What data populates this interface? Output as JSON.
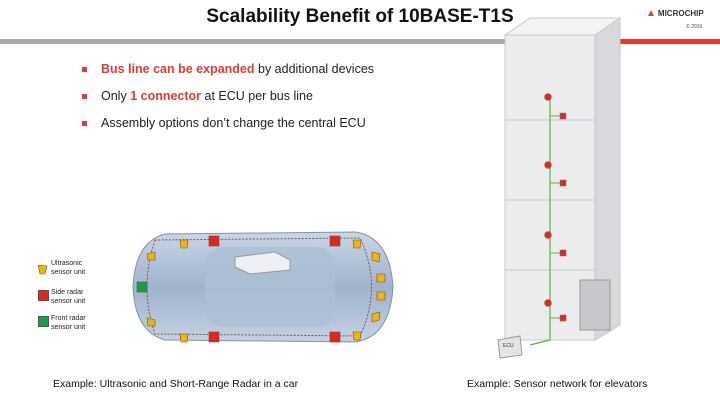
{
  "title": "Scalability Benefit of 10BASE-T1S",
  "logo": {
    "text": "MICROCHIP",
    "copyright": "© 2019"
  },
  "bullets": [
    {
      "highlight": "Bus line can be expanded",
      "rest": " by additional devices"
    },
    {
      "pre": "Only ",
      "highlight": "1 connector",
      "rest": " at ECU per bus line"
    },
    {
      "rest": "Assembly options don’t change the central ECU"
    }
  ],
  "legend": [
    {
      "label1": "Ultrasonic",
      "label2": "sensor unit",
      "color": "#f5b400"
    },
    {
      "label1": "Side radar",
      "label2": "sensor unit",
      "color": "#e3261c"
    },
    {
      "label1": "Front radar",
      "label2": "sensor unit",
      "color": "#1f9a4a"
    }
  ],
  "elevator": {
    "ecu_label": "ECU"
  },
  "captions": {
    "car": "Example: Ultrasonic and Short-Range Radar in a car",
    "elevator": "Example: Sensor network for elevators"
  },
  "colors": {
    "accent": "#e53b2f",
    "bus": "#4cba3c"
  }
}
